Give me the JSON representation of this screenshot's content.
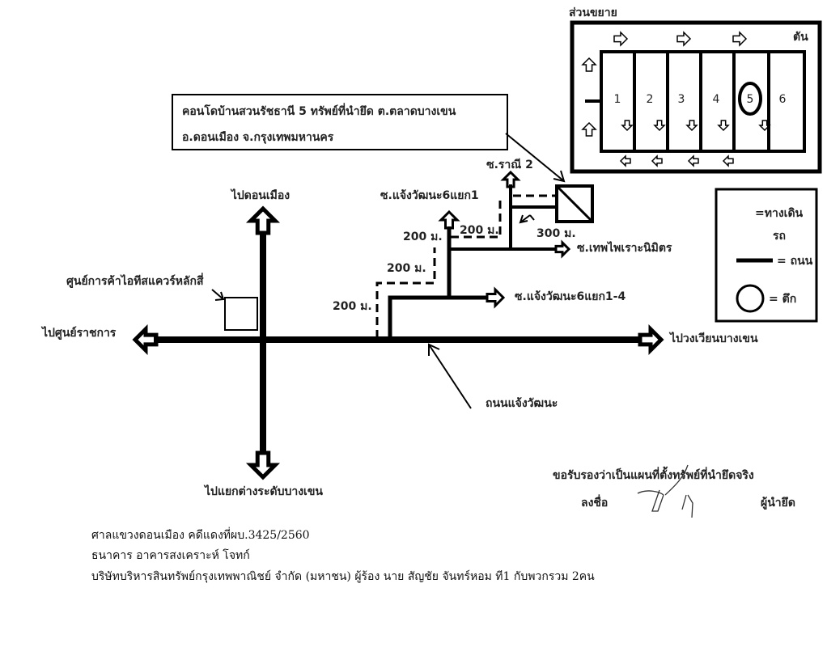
{
  "map": {
    "info_box": {
      "line1": "คอนโดบ้านสวนรัชธานี 5 ทรัพย์ที่นำยึด ต.ตลาดบางเขน",
      "line2": "อ.ดอนเมือง จ.กรุงเทพมหานคร"
    },
    "directions": {
      "north": "ไปดอนเมือง",
      "south": "ไปแยกต่างระดับบางเขน",
      "west": "ไปศูนย์ราชการ",
      "east": "ไปวงเวียนบางเขน"
    },
    "landmark": "ศูนย์การค้าไอทีสแควร์หลักสี่",
    "main_road": "ถนนแจ้งวัฒนะ",
    "sois": {
      "soi_1_4": "ซ.แจ้งวัฒนะ6แยก1-4",
      "soi_1": "ซ.แจ้งวัฒนะ6แยก1",
      "thep": "ซ.เทพไพเราะนิมิตร",
      "rani": "ซ.ราณี 2"
    },
    "distances": [
      "200 ม.",
      "200 ม.",
      "200 ม.",
      "200 ม.",
      "300 ม."
    ]
  },
  "inset": {
    "title": "ส่วนขยาย",
    "dead_end": "ตัน",
    "buildings": [
      "1",
      "2",
      "3",
      "4",
      "5",
      "6"
    ],
    "highlighted_building": "5"
  },
  "legend": {
    "arrow": "=ทางเดิน",
    "arrow_cont": "รถ",
    "road": "= ถนน",
    "building": "= ตึก"
  },
  "certification": {
    "statement": "ขอรับรองว่าเป็นแผนที่ตั้งทรัพย์ที่นำยึดจริง",
    "sign_label": "ลงชื่อ",
    "role": "ผู้นำยึด"
  },
  "footer": [
    "ศาลแขวงดอนเมือง คดีแดงที่ผบ.3425/2560",
    "ธนาคาร อาคารสงเคราะห์ โจทก์",
    "บริษัทบริหารสินทรัพย์กรุงเทพพาณิชย์ จำกัด (มหาชน) ผู้ร้อง นาย สัญชัย จันทร์หอม ที1 กับพวกรวม 2คน"
  ]
}
